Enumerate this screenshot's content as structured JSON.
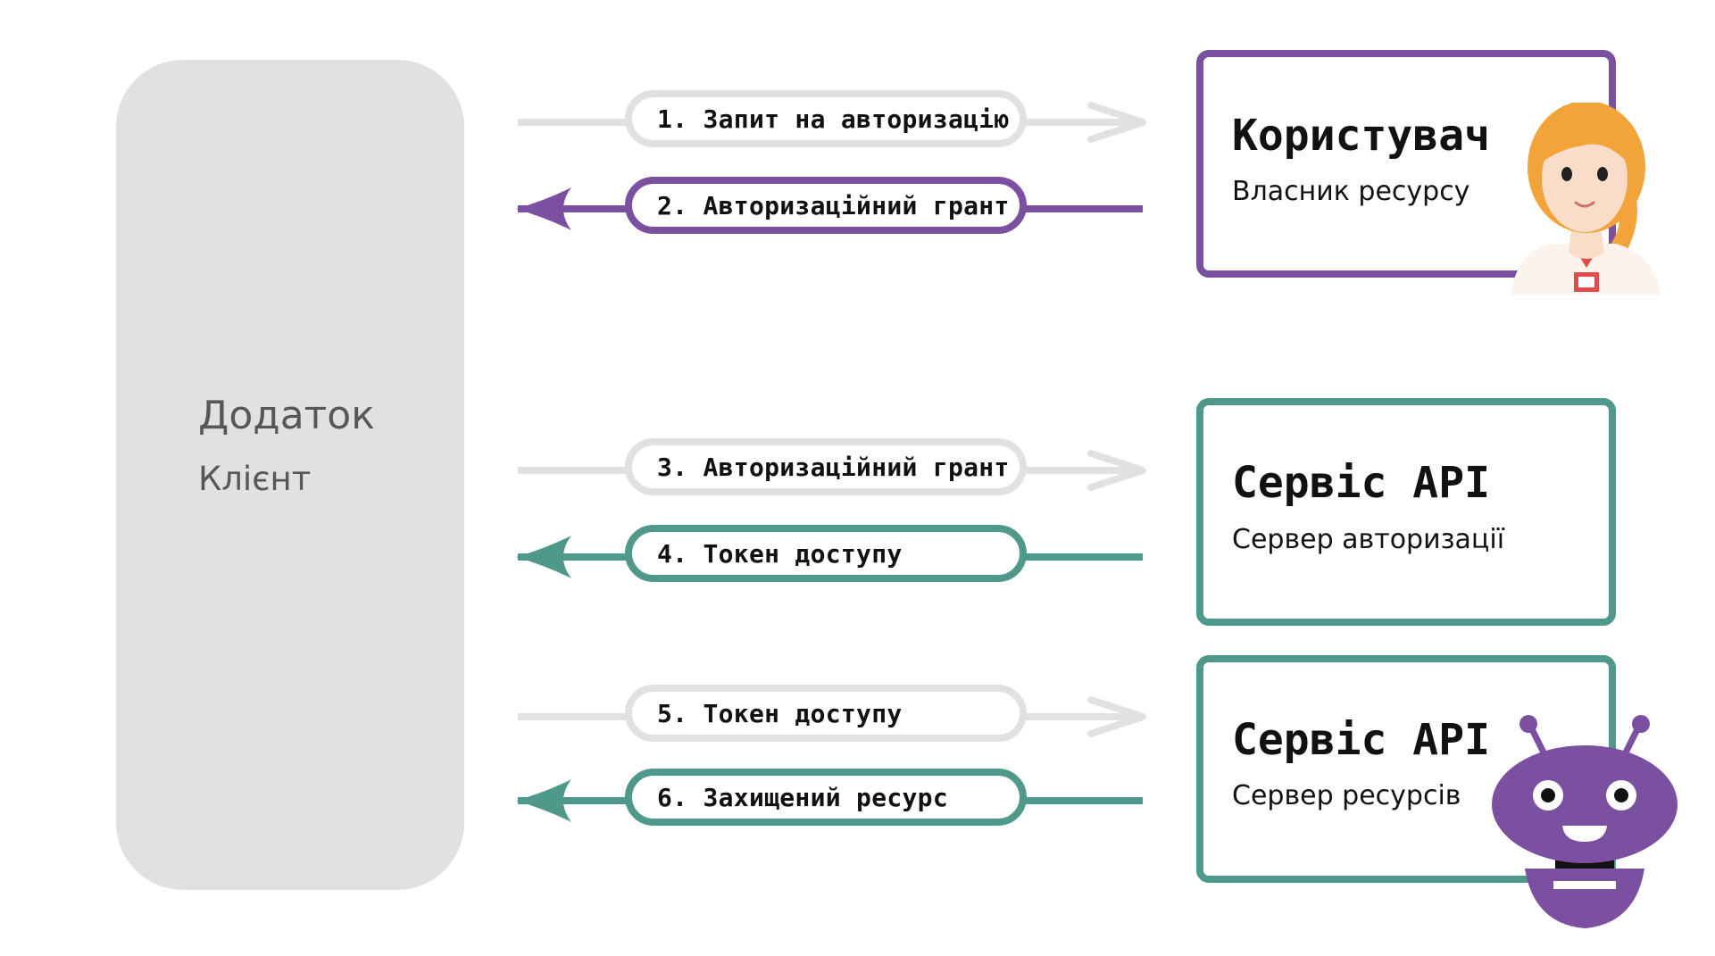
{
  "client": {
    "title": "Додаток",
    "subtitle": "Клієнт"
  },
  "flows": [
    {
      "label": "1. Запит на авторизацію",
      "direction": "right",
      "color": "#e1e1e1"
    },
    {
      "label": "2. Авторизаційний грант",
      "direction": "left",
      "color": "#7b50a0"
    },
    {
      "label": "3. Авторизаційний грант",
      "direction": "right",
      "color": "#e1e1e1"
    },
    {
      "label": "4. Токен доступу",
      "direction": "left",
      "color": "#4f998c"
    },
    {
      "label": "5. Токен доступу",
      "direction": "right",
      "color": "#e1e1e1"
    },
    {
      "label": "6. Захищений ресурс",
      "direction": "left",
      "color": "#4f998c"
    }
  ],
  "boxes": [
    {
      "title": "Користувач",
      "subtitle": "Власник ресурсу",
      "color": "#7b50a0",
      "icon": "woman-avatar-icon"
    },
    {
      "title": "Сервіс API",
      "subtitle": "Сервер авторизації",
      "color": "#4f998c"
    },
    {
      "title": "Сервіс API",
      "subtitle": "Сервер ресурсів",
      "color": "#4f998c",
      "icon": "robot-mascot-icon"
    }
  ],
  "colors": {
    "grey": "#e1e1e1",
    "purple": "#7b50a0",
    "teal": "#4f998c",
    "text": "#111111"
  }
}
